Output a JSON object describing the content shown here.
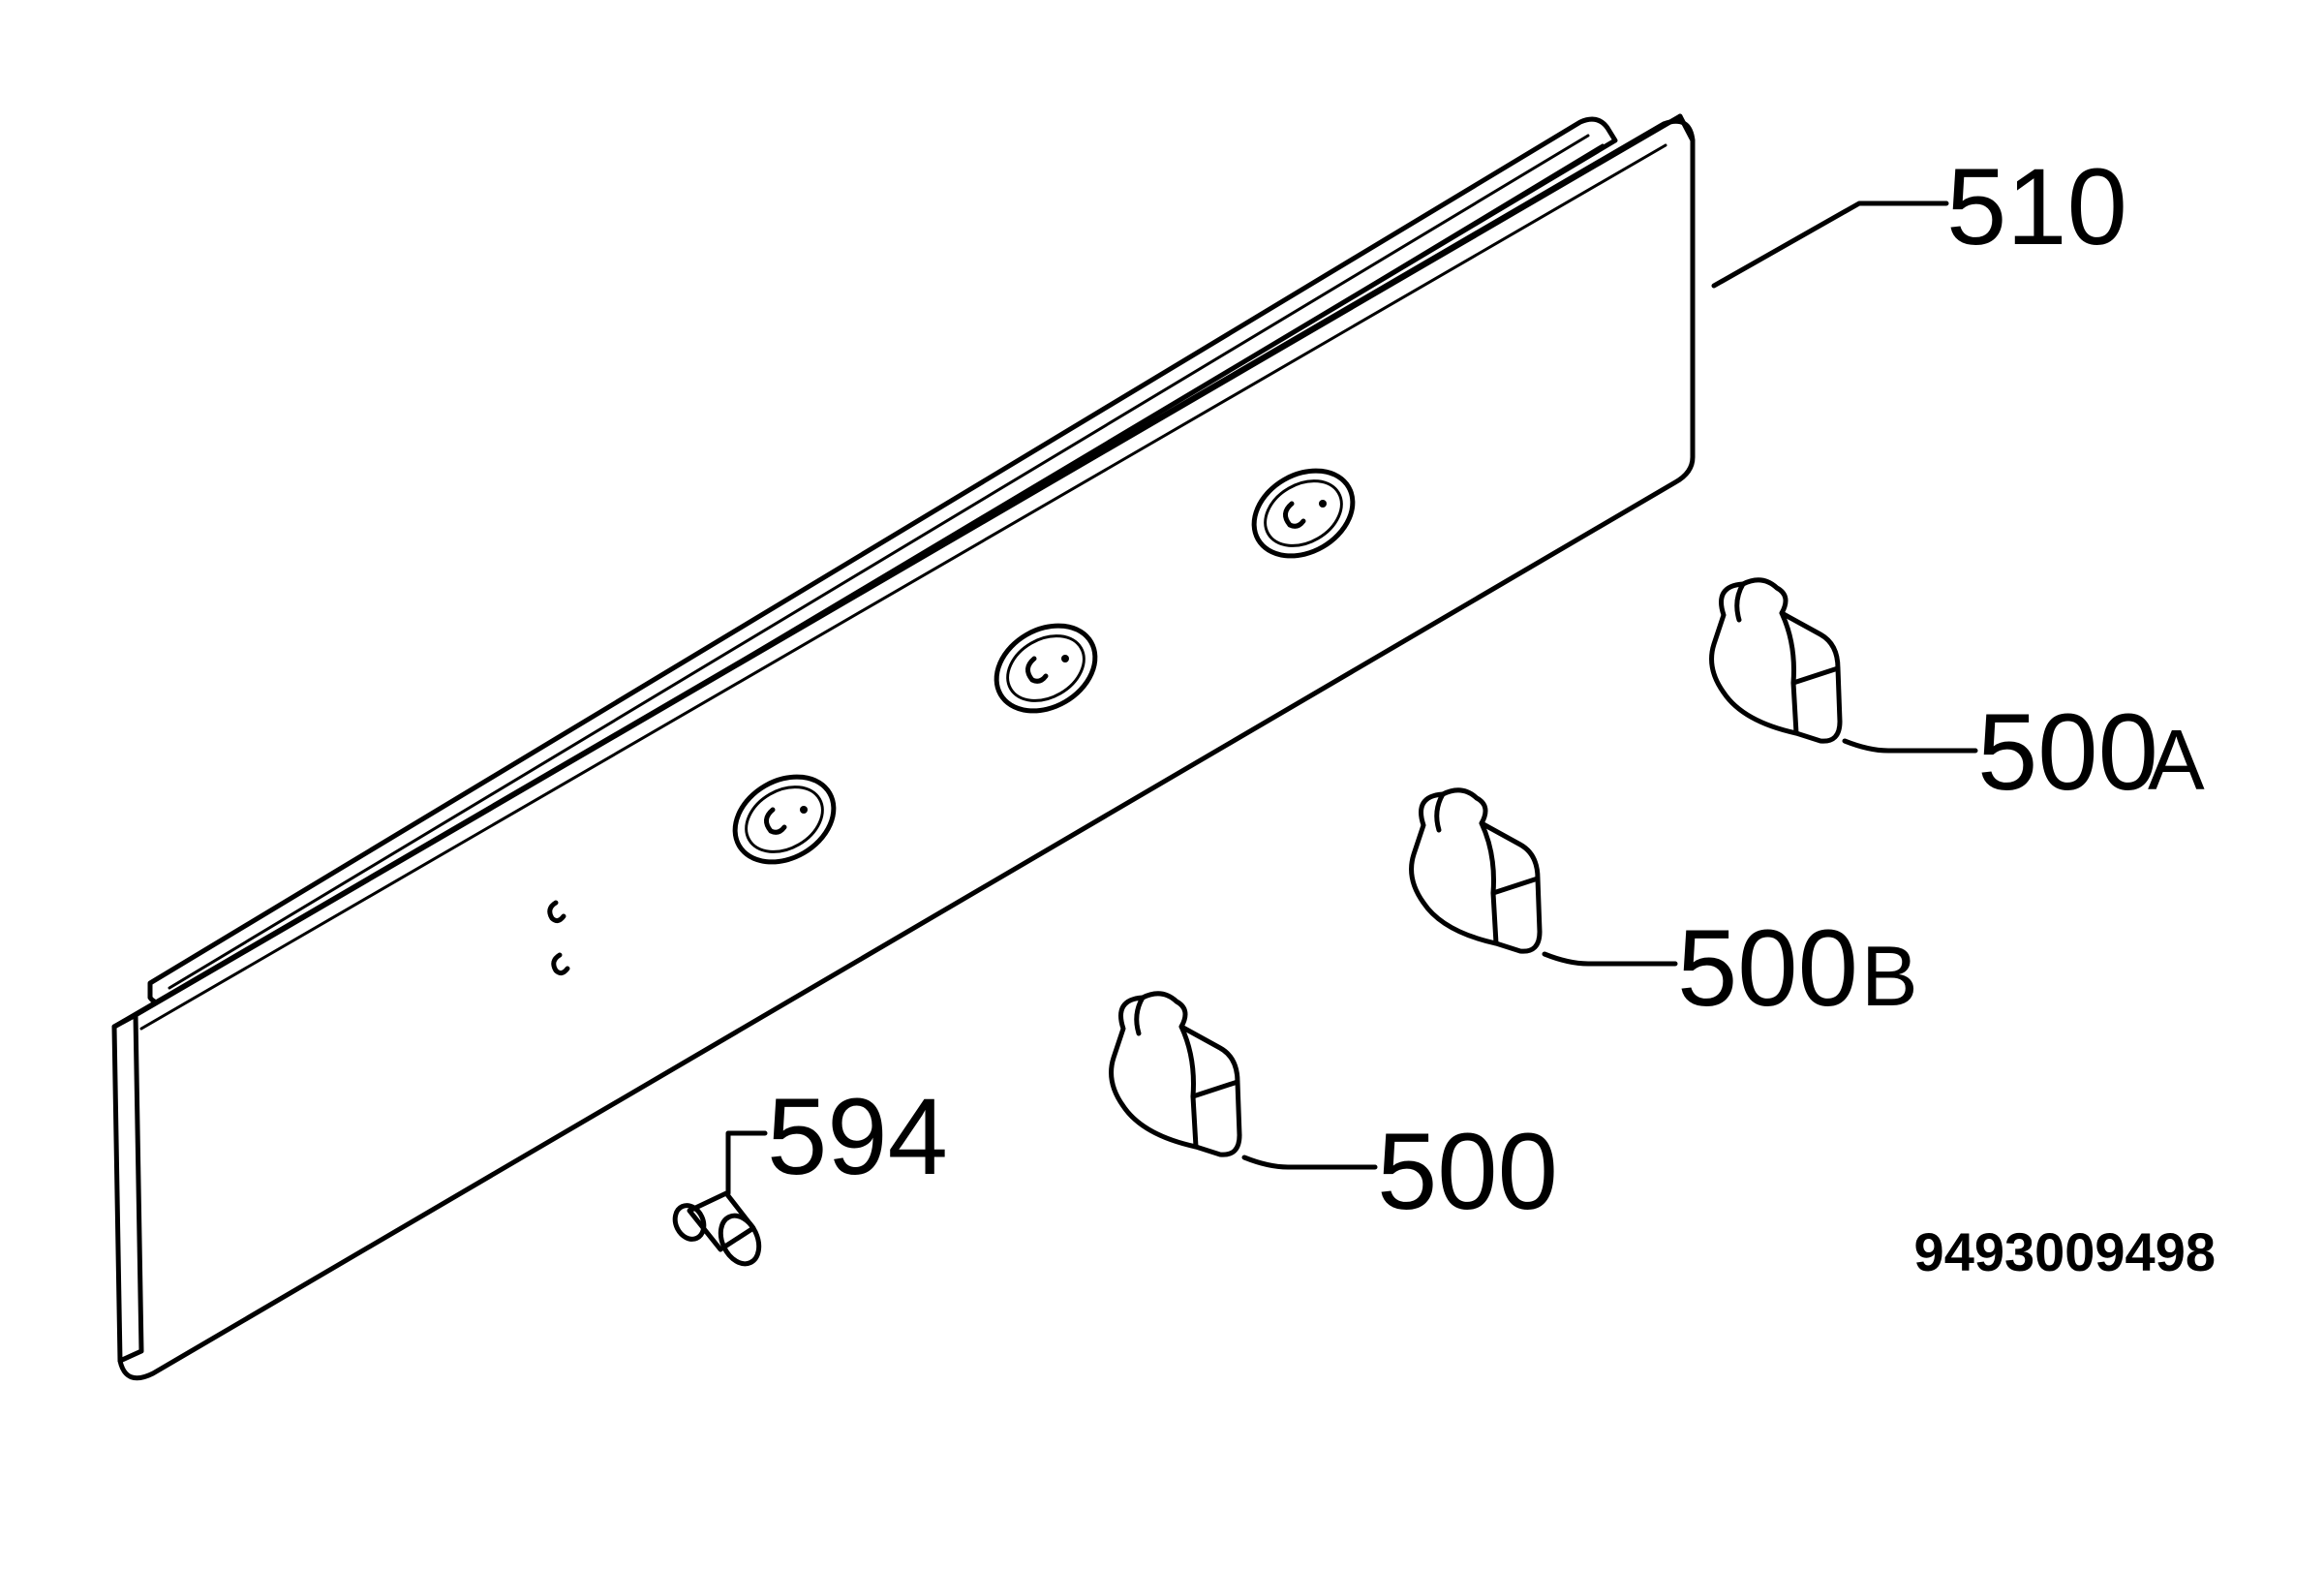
{
  "callouts": {
    "panel": "510",
    "knob_a_num": "500",
    "knob_a_suffix": "A",
    "knob_b_num": "500",
    "knob_b_suffix": "B",
    "knob": "500",
    "screw": "594"
  },
  "drawing_number": "9493009498"
}
